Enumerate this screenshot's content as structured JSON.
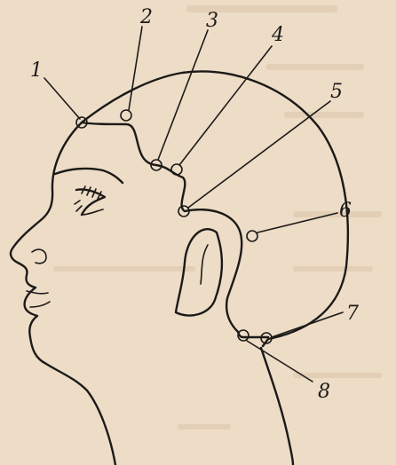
{
  "figure": {
    "colors": {
      "paper": "#eddcc6",
      "ink": "#1c1a18"
    },
    "labels": [
      {
        "id": "1",
        "text": "1"
      },
      {
        "id": "2",
        "text": "2"
      },
      {
        "id": "3",
        "text": "3"
      },
      {
        "id": "4",
        "text": "4"
      },
      {
        "id": "5",
        "text": "5"
      },
      {
        "id": "6",
        "text": "6"
      },
      {
        "id": "7",
        "text": "7"
      },
      {
        "id": "8",
        "text": "8"
      }
    ]
  }
}
